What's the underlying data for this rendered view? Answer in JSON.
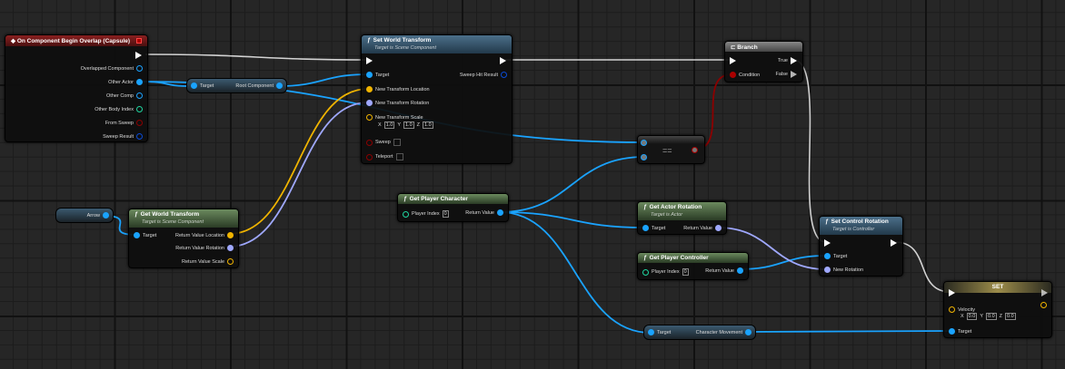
{
  "colors": {
    "exec": "#ffffff",
    "object": "#1aa3ff",
    "vector": "#f0b400",
    "rotator": "#9fa8ff",
    "bool": "#8c0000",
    "int": "#1fd6a0",
    "struct": "#0a4bd6"
  },
  "event": {
    "title": "On Component Begin Overlap (Capsule)",
    "pins": [
      "Overlapped Component",
      "Other Actor",
      "Other Comp",
      "Other Body Index",
      "From Sweep",
      "Sweep Result"
    ]
  },
  "root_pill": {
    "in": "Target",
    "out": "Root Component"
  },
  "swt": {
    "title": "Set World Transform",
    "subtitle": "Target is Scene Component",
    "target": "Target",
    "hit": "Sweep Hit Result",
    "loc": "New Transform Location",
    "rot": "New Transform Rotation",
    "scale": "New Transform Scale",
    "x": "1.0",
    "y": "1.0",
    "z": "1.0",
    "sweep": "Sweep",
    "teleport": "Teleport"
  },
  "branch": {
    "title": "Branch",
    "condition": "Condition",
    "true": "True",
    "false": "False"
  },
  "eq": {
    "label": "=="
  },
  "arrow": {
    "label": "Arrow"
  },
  "gwt": {
    "title": "Get World Transform",
    "subtitle": "Target is Scene Component",
    "target": "Target",
    "loc": "Return Value Location",
    "rot": "Return Value Rotation",
    "scale": "Return Value Scale"
  },
  "gpc": {
    "title": "Get Player Character",
    "index_label": "Player Index",
    "index": "0",
    "ret": "Return Value"
  },
  "gar": {
    "title": "Get Actor Rotation",
    "subtitle": "Target is Actor",
    "target": "Target",
    "ret": "Return Value"
  },
  "gpctrl": {
    "title": "Get Player Controller",
    "index_label": "Player Index",
    "index": "0",
    "ret": "Return Value"
  },
  "scr": {
    "title": "Set Control Rotation",
    "subtitle": "Target is Controller",
    "target": "Target",
    "rot": "New Rotation"
  },
  "cm_pill": {
    "in": "Target",
    "out": "Character Movement"
  },
  "set": {
    "title": "SET",
    "velocity": "Velocity",
    "x": "0.0",
    "y": "0.0",
    "z": "0.0",
    "target": "Target"
  }
}
